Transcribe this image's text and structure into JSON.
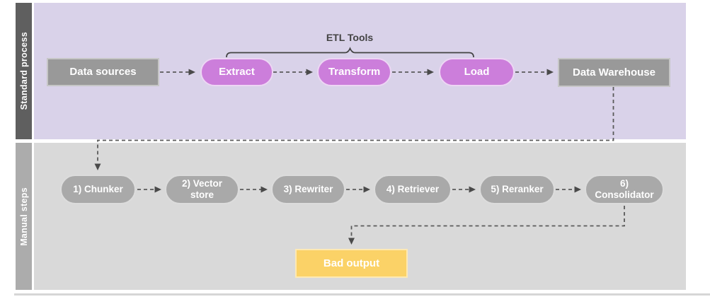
{
  "lanes": {
    "standard": {
      "label": "Standard process"
    },
    "manual": {
      "label": "Manual steps"
    }
  },
  "annotation": {
    "etl_tools": "ETL Tools"
  },
  "nodes": {
    "data_sources": {
      "label": "Data sources"
    },
    "extract": {
      "label": "Extract"
    },
    "transform": {
      "label": "Transform"
    },
    "load": {
      "label": "Load"
    },
    "data_warehouse": {
      "label": "Data Warehouse"
    },
    "chunker": {
      "label": "1) Chunker"
    },
    "vector_store": {
      "label": "2) Vector store"
    },
    "rewriter": {
      "label": "3) Rewriter"
    },
    "retriever": {
      "label": "4) Retriever"
    },
    "reranker": {
      "label": "5) Reranker"
    },
    "consolidator": {
      "label": "6) Consolidator"
    },
    "bad_output": {
      "label": "Bad output"
    }
  },
  "colors": {
    "standard-lane-bg": "#D9D2E9",
    "standard-lane-bar": "#5F5F5F",
    "manual-lane-bg": "#D9D9D9",
    "manual-lane-bar": "#ACACAC",
    "etl-node": "#CC7EDB",
    "gray-node": "#999999",
    "manual-node": "#A9A9A9",
    "bad-output-node": "#FBD267",
    "connector": "#5A5A5A",
    "annotation": "#434343"
  }
}
